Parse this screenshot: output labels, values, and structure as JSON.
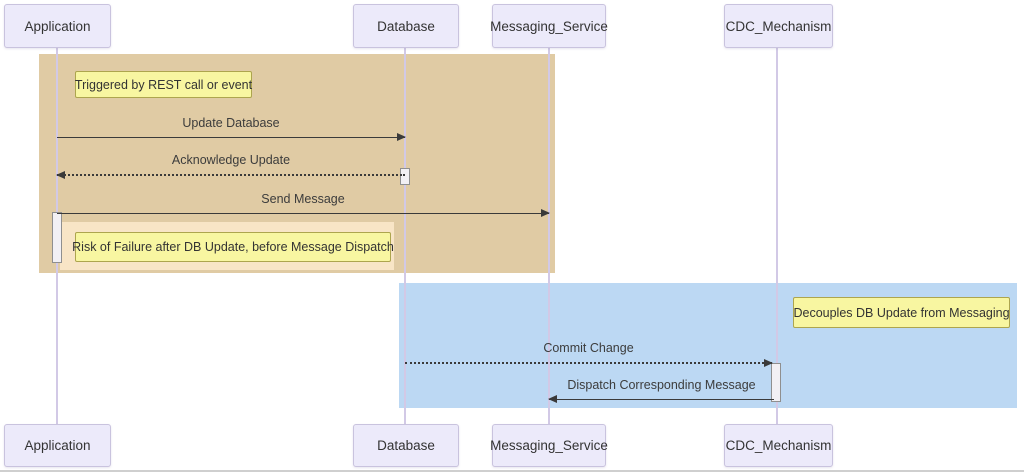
{
  "diagram": {
    "type": "sequence-diagram",
    "participants": [
      {
        "id": "application",
        "label": "Application"
      },
      {
        "id": "database",
        "label": "Database"
      },
      {
        "id": "messaging_service",
        "label": "Messaging_Service"
      },
      {
        "id": "cdc_mechanism",
        "label": "CDC_Mechanism"
      }
    ],
    "messages": [
      {
        "label": "Update Database",
        "from": "Application",
        "to": "Database",
        "line": "solid",
        "direction": "right"
      },
      {
        "label": "Acknowledge Update",
        "from": "Database",
        "to": "Application",
        "line": "dotted",
        "direction": "left"
      },
      {
        "label": "Send Message",
        "from": "Application",
        "to": "Messaging_Service",
        "line": "solid",
        "direction": "right"
      },
      {
        "label": "Commit Change",
        "from": "Database",
        "to": "CDC_Mechanism",
        "line": "dotted",
        "direction": "right"
      },
      {
        "label": "Dispatch Corresponding Message",
        "from": "CDC_Mechanism",
        "to": "Messaging_Service",
        "line": "solid",
        "direction": "left"
      }
    ],
    "notes": [
      {
        "label": "Triggered by REST call or event"
      },
      {
        "label": "Risk of Failure after DB Update, before Message Dispatch"
      },
      {
        "label": "Decouples DB Update from Messaging"
      }
    ],
    "regions": [
      {
        "id": "dual-write-flow",
        "color": "#e0cba4"
      },
      {
        "id": "risk-highlight",
        "color": "#f8e5c6"
      },
      {
        "id": "cdc-flow",
        "color": "#bcd8f3"
      }
    ],
    "colors": {
      "participant_fill": "#eceafa",
      "participant_border": "#c9c3de",
      "note_fill": "#f8f6a1",
      "note_border": "#ada54e",
      "lifeline": "#d2c9e6",
      "arrow": "#3a3a3a",
      "text": "#333333",
      "activation_fill": "#f2f0f4",
      "activation_border": "#8f8f8f"
    }
  }
}
